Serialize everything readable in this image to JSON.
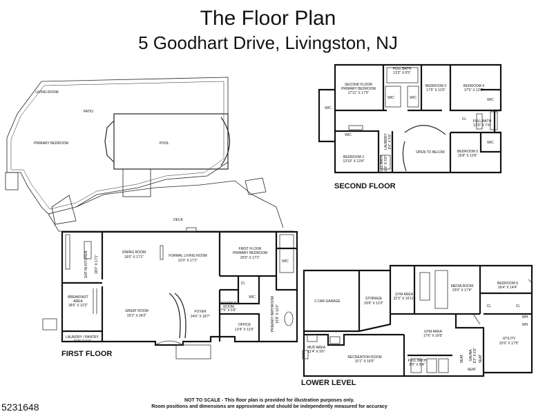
{
  "title": "The Floor Plan",
  "address": "5 Goodhart Drive, Livingston, NJ",
  "listing_id": "5231648",
  "disclaimer": {
    "line1": "NOT TO SCALE - This floor plan is provided for illustration purposes only.",
    "line2": "Room positions and dimensions are approximate and should be independently measured for accuracy"
  },
  "site": {
    "living_room": "LIVING ROOM",
    "patio": "PATIO",
    "primary_bedroom": "PRIMARY BEDROOM",
    "pool": "POOL",
    "deck": "DECK"
  },
  "first_floor": {
    "heading": "FIRST FLOOR",
    "rooms": {
      "eat_in_kitchen": "EAT IN KITCHEN",
      "eat_in_kitchen_dim": "18'0\" X 17'1\"",
      "dining_room": "DINING ROOM",
      "dining_room_dim": "19'0\" X 17'1\"",
      "formal_living_room": "FORMAL LIVING ROOM",
      "formal_living_room_dim": "21'0\" X 17'1\"",
      "primary_bedroom_1": "FIRST FLOOR",
      "primary_bedroom_2": "PRIMARY BEDROOM",
      "primary_bedroom_dim": "20'9\" X 17'1\"",
      "wic": "WIC",
      "cl": "CL",
      "breakfast_area": "BREAKFAST",
      "breakfast_area_2": "AREA",
      "breakfast_area_dim": "18'6\" X 12'2\"",
      "great_room": "GREAT ROOM",
      "great_room_dim": "25'2\" X 24'2\"",
      "foyer": "FOYER",
      "foyer_dim": "24'0\" X 18'7\"",
      "powder_room": "POWDER",
      "powder_room_2": "ROOM",
      "powder_room_dim": "7'5\" X 5'6\"",
      "primary_bathroom": "PRIMARY BATHROOM",
      "primary_bathroom_dim": "15'9\" X 11'0\"",
      "office": "OFFICE",
      "office_dim": "13'4\" X 11'6\"",
      "laundry": "LAUNDRY / PANTRY",
      "laundry_dim": "15'9\" X 6'4\""
    }
  },
  "second_floor": {
    "heading": "SECOND FLOOR",
    "rooms": {
      "primary_bedroom_1": "SECOND FLOOR",
      "primary_bedroom_2": "PRIMARY BEDROOM",
      "primary_bedroom_dim": "17'11\" X 17'5\"",
      "full_bath_top": "FULL BATH",
      "full_bath_top_dim": "13'2\" X 6'5\"",
      "bedroom_3": "BEDROOM 3",
      "bedroom_3_dim": "17'5\" X 11'5\"",
      "bedroom_4": "BEDROOM 4",
      "bedroom_4_dim": "17'5\" X 12'6\"",
      "wic": "WIC",
      "cl": "CL",
      "full_bath_right": "FULL BATH",
      "full_bath_right_dim": "12'0\" X 7'4\"",
      "laundry": "LAUNDRY",
      "laundry_dim": "8'0\" X 5'6\"",
      "full_bath_mid": "FULL BATH",
      "full_bath_mid_dim": "11'0\" X 5'8\"",
      "bedroom_2": "BEDROOM 2",
      "bedroom_2_dim": "13'10\" X 13'4\"",
      "open_to_below": "OPEN TO BELOW",
      "bedroom_5": "BEDROOM 5",
      "bedroom_5_dim": "15'8\" X 12'6\""
    }
  },
  "lower_level": {
    "heading": "LOWER LEVEL",
    "rooms": {
      "garage": "2 CAR GARAGE",
      "storage": "STORAGE",
      "storage_dim": "29'6\" X 11'0\"",
      "gym_area_top": "GYM AREA",
      "gym_area_top_dim": "22'3\" X 10'11\"",
      "media_room": "MEDIA ROOM",
      "media_room_dim": "23'0\" X 17'4\"",
      "bedroom_6": "BEDROOM 6",
      "bedroom_6_dim": "16'4\" X 14'4\"",
      "cl": "CL",
      "gym_area": "GYM AREA",
      "gym_area_dim": "17'6\" X 16'6\"",
      "utility": "UTILITY",
      "utility_dim": "22'6\" X 17'5\"",
      "wh": "WH",
      "mud_area": "MUD AREA",
      "mud_area_dim": "11'4\" X 9'6\"",
      "recreation_room": "RECREATION ROOM",
      "recreation_room_dim": "31'1\" X 16'0\"",
      "full_bath": "FULL BATH",
      "full_bath_dim": "8'0\" X 5'4\"",
      "sauna": "SAUNA",
      "sauna_dim": "9'2\" X 6'6\"",
      "seat": "SEAT"
    }
  }
}
